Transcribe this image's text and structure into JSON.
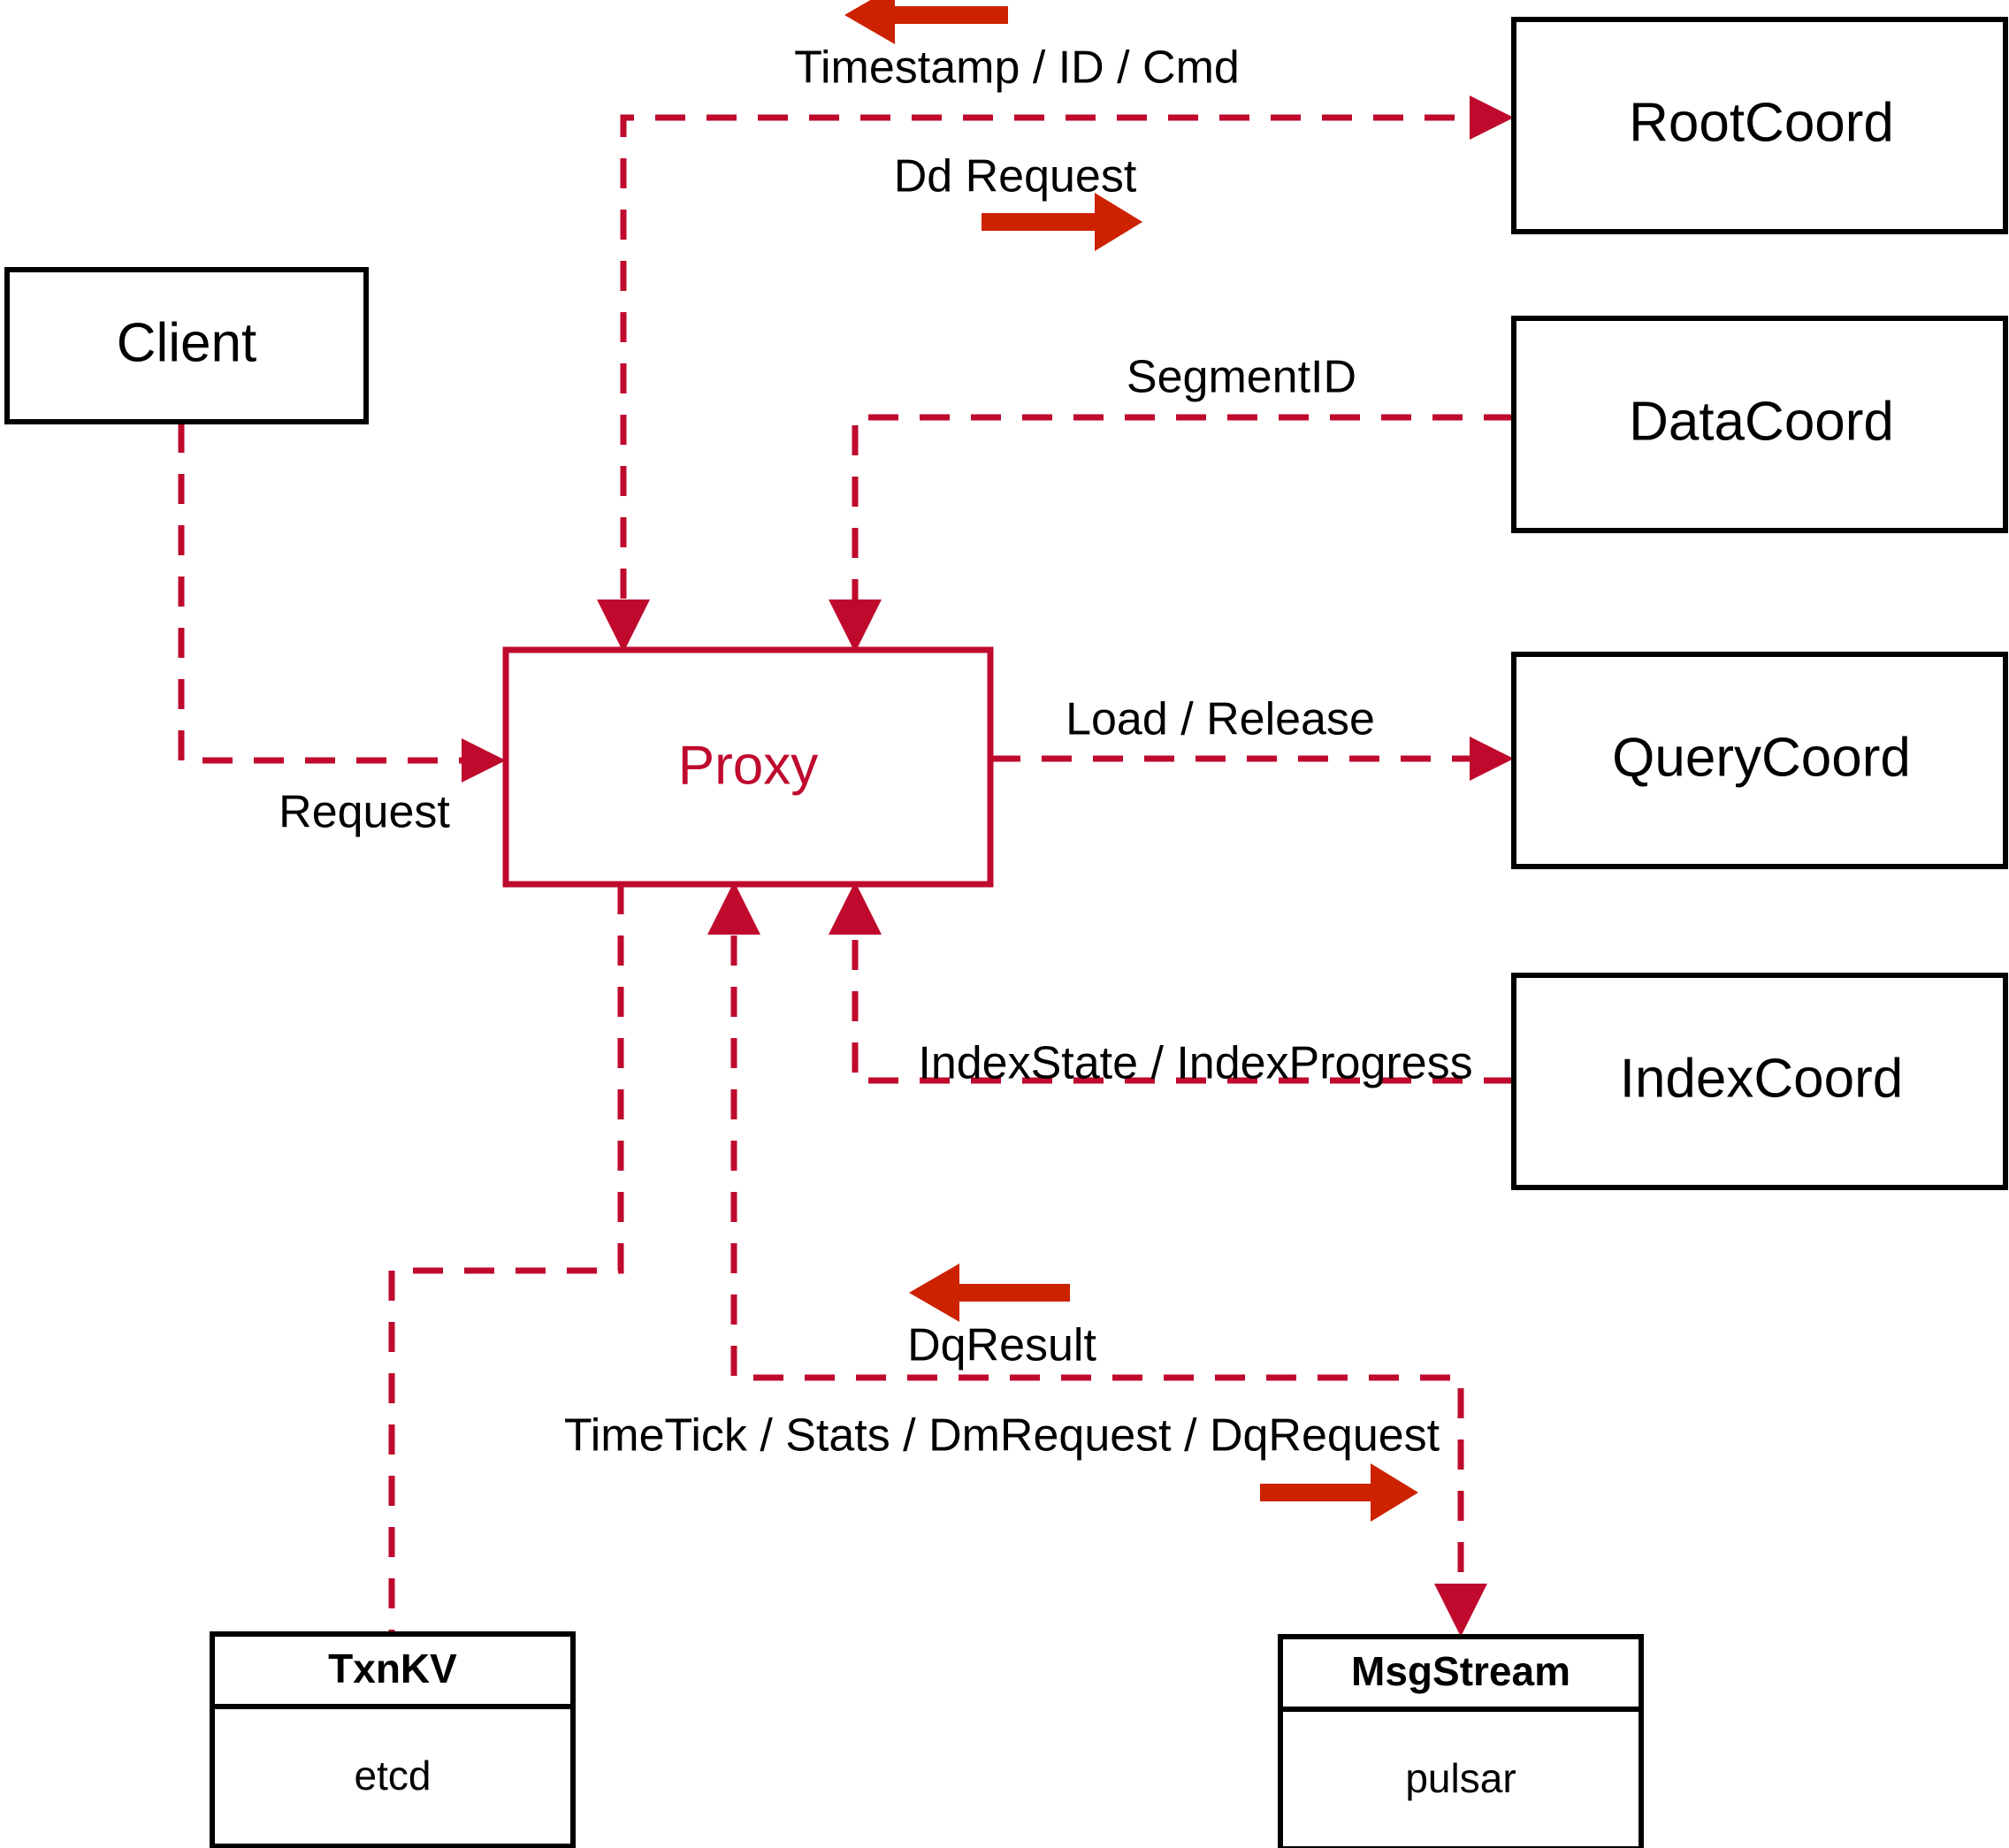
{
  "diagram": {
    "title": "Milvus Proxy Interaction Diagram",
    "colors": {
      "line": "#bf0a2e",
      "direction_arrow": "#cc2200",
      "box_border": "#000000",
      "proxy_border": "#bf0a2e",
      "proxy_text": "#bf0a2e",
      "background": "#ffffff",
      "label_text": "#000000"
    },
    "nodes": {
      "client": {
        "label": "Client"
      },
      "proxy": {
        "label": "Proxy"
      },
      "root_coord": {
        "label": "RootCoord"
      },
      "data_coord": {
        "label": "DataCoord"
      },
      "query_coord": {
        "label": "QueryCoord"
      },
      "index_coord": {
        "label": "IndexCoord"
      },
      "txn_kv": {
        "title": "TxnKV",
        "impl": "etcd"
      },
      "msg_stream": {
        "title": "MsgStream",
        "impl": "pulsar"
      }
    },
    "edges": {
      "timestamp_id_cmd": {
        "label": "Timestamp / ID / Cmd",
        "direction": "left"
      },
      "dd_request": {
        "label": "Dd Request",
        "direction": "right"
      },
      "segment_id": {
        "label": "SegmentID",
        "direction": "none"
      },
      "load_release": {
        "label": "Load / Release",
        "direction": "none"
      },
      "index_state_progress": {
        "label": "IndexState / IndexProgress",
        "direction": "none"
      },
      "request": {
        "label": "Request",
        "direction": "none"
      },
      "dq_result": {
        "label": "DqResult",
        "direction": "left"
      },
      "timetick_stats": {
        "label": "TimeTick / Stats / DmRequest / DqRequest",
        "direction": "right"
      }
    }
  }
}
